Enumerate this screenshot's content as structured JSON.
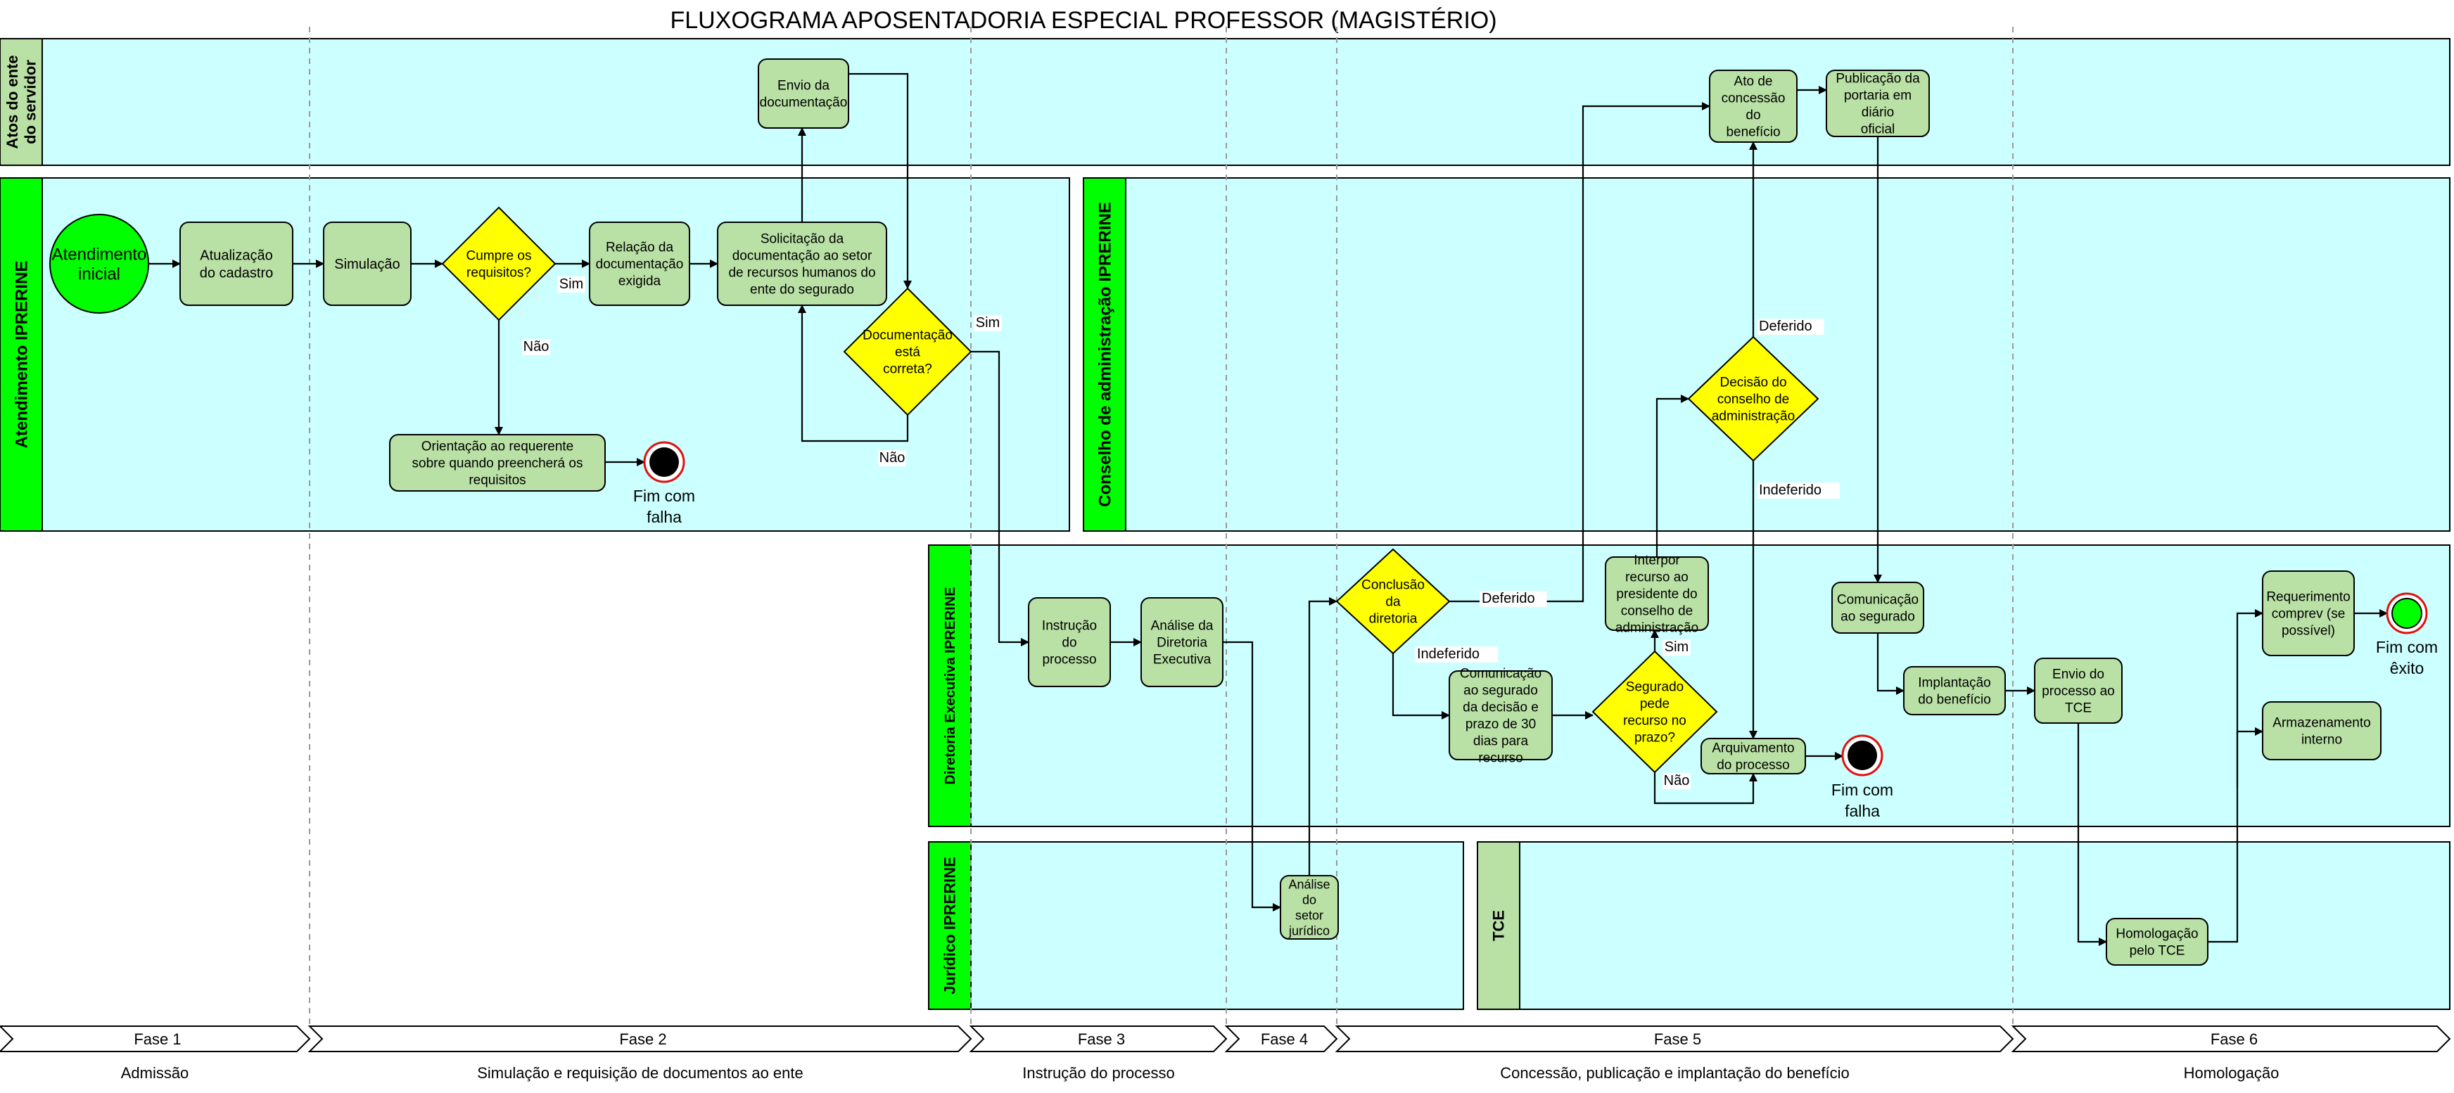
{
  "title": "FLUXOGRAMA APOSENTADORIA ESPECIAL PROFESSOR (MAGISTÉRIO)",
  "colors": {
    "lane_fill": "#ccffff",
    "header_green": "#00ff00",
    "header_light_green": "#b9e0a5",
    "task_fill": "#b9e0a5",
    "decision_fill": "#ffff00",
    "start_fill": "#00ff00",
    "end_fill": "#000000",
    "end_ring": "#e01010"
  },
  "lanes": [
    {
      "id": "atos",
      "label": "Atos do ente do servidor"
    },
    {
      "id": "atendimento",
      "label": "Atendimento IPRERINE"
    },
    {
      "id": "conselho",
      "label": "Conselho de administração IPRERINE"
    },
    {
      "id": "diretoria",
      "label": "Diretoria Executiva IPRERINE"
    },
    {
      "id": "juridico",
      "label": "Jurídico IPRERINE"
    },
    {
      "id": "tce",
      "label": "TCE"
    }
  ],
  "nodes": [
    {
      "id": "atendimento_inicial",
      "type": "start",
      "text": "Atendimento inicial"
    },
    {
      "id": "atualizacao",
      "type": "task",
      "text": "Atualização do cadastro"
    },
    {
      "id": "simulacao",
      "type": "task",
      "text": "Simulação"
    },
    {
      "id": "cumpre_requisitos",
      "type": "decision",
      "text": "Cumpre os requisitos?"
    },
    {
      "id": "relacao_documentacao",
      "type": "task",
      "text": "Relação da documentação exigida"
    },
    {
      "id": "solicitacao_documentacao",
      "type": "task",
      "text": "Solicitação da documentação ao setor de recursos humanos do ente do segurado"
    },
    {
      "id": "envio_documentacao",
      "type": "task",
      "text": "Envio da documentação"
    },
    {
      "id": "documentacao_correta",
      "type": "decision",
      "text": "Documentação está correta?"
    },
    {
      "id": "orientacao",
      "type": "task",
      "text": "Orientação ao requerente sobre quando preencherá os requisitos"
    },
    {
      "id": "fim_falha_1",
      "type": "end",
      "text": "Fim com falha"
    },
    {
      "id": "instrucao",
      "type": "task",
      "text": "Instrução do processo"
    },
    {
      "id": "analise_diretoria",
      "type": "task",
      "text": "Análise da Diretoria Executiva"
    },
    {
      "id": "analise_juridico",
      "type": "task",
      "text": "Análise do setor jurídico"
    },
    {
      "id": "conclusao_diretoria",
      "type": "decision",
      "text": "Conclusão da diretoria"
    },
    {
      "id": "comunicacao_decisao",
      "type": "task",
      "text": "Comunicação ao segurado da decisão e prazo de 30 dias para recurso"
    },
    {
      "id": "segurado_recurso",
      "type": "decision",
      "text": "Segurado pede recurso no prazo?"
    },
    {
      "id": "interpor_recurso",
      "type": "task",
      "text": "Interpor recurso ao presidente do conselho de administração"
    },
    {
      "id": "decisao_conselho",
      "type": "decision",
      "text": "Decisão do conselho de administração"
    },
    {
      "id": "arquivamento",
      "type": "task",
      "text": "Arquivamento do processo"
    },
    {
      "id": "fim_falha_2",
      "type": "end",
      "text": "Fim com falha"
    },
    {
      "id": "ato_concessao",
      "type": "task",
      "text": "Ato de concessão do benefício"
    },
    {
      "id": "publicacao_portaria",
      "type": "task",
      "text": "Publicação da portaria em diário oficial"
    },
    {
      "id": "comunicacao_segurado",
      "type": "task",
      "text": "Comunicação ao segurado"
    },
    {
      "id": "implantacao",
      "type": "task",
      "text": "Implantação do benefício"
    },
    {
      "id": "envio_tce",
      "type": "task",
      "text": "Envio do processo ao TCE"
    },
    {
      "id": "homologacao_tce",
      "type": "task",
      "text": "Homologação pelo TCE"
    },
    {
      "id": "requerimento_comprev",
      "type": "task",
      "text": "Requerimento comprev (se possível)"
    },
    {
      "id": "armazenamento",
      "type": "task",
      "text": "Armazenamento interno"
    },
    {
      "id": "fim_exito",
      "type": "end-success",
      "text": "Fim com êxito"
    }
  ],
  "edges": [
    {
      "from": "atendimento_inicial",
      "to": "atualizacao",
      "label": ""
    },
    {
      "from": "atualizacao",
      "to": "simulacao",
      "label": ""
    },
    {
      "from": "simulacao",
      "to": "cumpre_requisitos",
      "label": ""
    },
    {
      "from": "cumpre_requisitos",
      "to": "relacao_documentacao",
      "label": "Sim"
    },
    {
      "from": "cumpre_requisitos",
      "to": "orientacao",
      "label": "Não"
    },
    {
      "from": "orientacao",
      "to": "fim_falha_1",
      "label": ""
    },
    {
      "from": "relacao_documentacao",
      "to": "solicitacao_documentacao",
      "label": ""
    },
    {
      "from": "solicitacao_documentacao",
      "to": "envio_documentacao",
      "label": ""
    },
    {
      "from": "envio_documentacao",
      "to": "documentacao_correta",
      "label": ""
    },
    {
      "from": "documentacao_correta",
      "to": "solicitacao_documentacao",
      "label": "Não"
    },
    {
      "from": "documentacao_correta",
      "to": "instrucao",
      "label": "Sim"
    },
    {
      "from": "instrucao",
      "to": "analise_diretoria",
      "label": ""
    },
    {
      "from": "analise_diretoria",
      "to": "analise_juridico",
      "label": ""
    },
    {
      "from": "analise_juridico",
      "to": "conclusao_diretoria",
      "label": ""
    },
    {
      "from": "conclusao_diretoria",
      "to": "ato_concessao",
      "label": "Deferido"
    },
    {
      "from": "conclusao_diretoria",
      "to": "comunicacao_decisao",
      "label": "Indeferido"
    },
    {
      "from": "comunicacao_decisao",
      "to": "segurado_recurso",
      "label": ""
    },
    {
      "from": "segurado_recurso",
      "to": "interpor_recurso",
      "label": "Sim"
    },
    {
      "from": "segurado_recurso",
      "to": "arquivamento",
      "label": "Não"
    },
    {
      "from": "interpor_recurso",
      "to": "decisao_conselho",
      "label": ""
    },
    {
      "from": "decisao_conselho",
      "to": "ato_concessao",
      "label": "Deferido"
    },
    {
      "from": "decisao_conselho",
      "to": "arquivamento",
      "label": "Indeferido"
    },
    {
      "from": "arquivamento",
      "to": "fim_falha_2",
      "label": ""
    },
    {
      "from": "ato_concessao",
      "to": "publicacao_portaria",
      "label": ""
    },
    {
      "from": "publicacao_portaria",
      "to": "comunicacao_segurado",
      "label": ""
    },
    {
      "from": "comunicacao_segurado",
      "to": "implantacao",
      "label": ""
    },
    {
      "from": "implantacao",
      "to": "envio_tce",
      "label": ""
    },
    {
      "from": "envio_tce",
      "to": "homologacao_tce",
      "label": ""
    },
    {
      "from": "homologacao_tce",
      "to": "requerimento_comprev",
      "label": ""
    },
    {
      "from": "homologacao_tce",
      "to": "armazenamento",
      "label": ""
    },
    {
      "from": "requerimento_comprev",
      "to": "fim_exito",
      "label": ""
    }
  ],
  "phases": [
    {
      "label": "Fase 1",
      "description": "Admissão"
    },
    {
      "label": "Fase 2",
      "description": "Simulação e requisição de documentos ao ente"
    },
    {
      "label": "Fase 3",
      "description": "Instrução do processo"
    },
    {
      "label": "Fase 4",
      "description": ""
    },
    {
      "label": "Fase 5",
      "description": "Concessão, publicação e implantação do benefício"
    },
    {
      "label": "Fase 6",
      "description": "Homologação"
    }
  ]
}
